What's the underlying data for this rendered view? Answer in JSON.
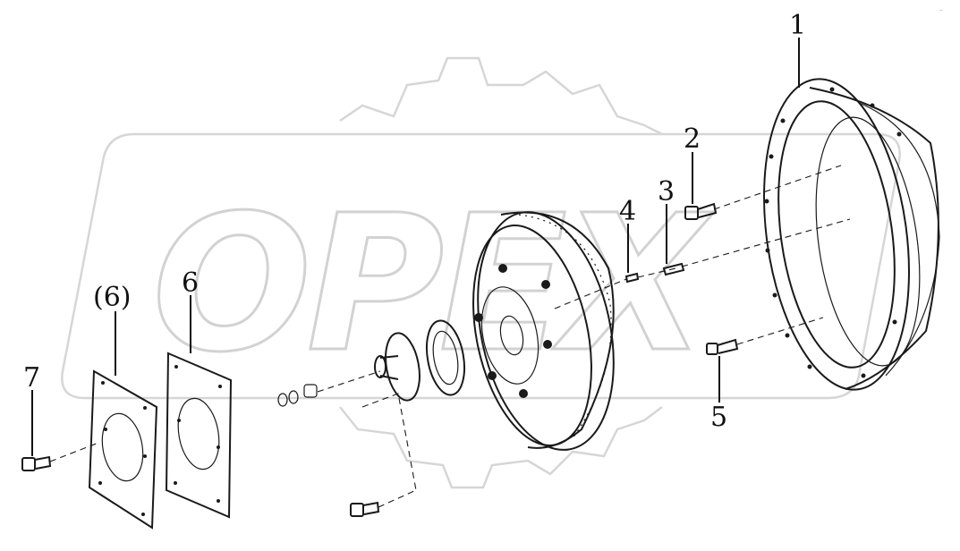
{
  "diagram": {
    "watermark_text": "OPEX",
    "corner_mark": "..",
    "callouts": [
      {
        "id": "callout-1",
        "label": "1"
      },
      {
        "id": "callout-2",
        "label": "2"
      },
      {
        "id": "callout-3",
        "label": "3"
      },
      {
        "id": "callout-4",
        "label": "4"
      },
      {
        "id": "callout-5",
        "label": "5"
      },
      {
        "id": "callout-6",
        "label": "6"
      },
      {
        "id": "callout-6-paren",
        "label": "(6)"
      },
      {
        "id": "callout-7",
        "label": "7"
      }
    ]
  }
}
